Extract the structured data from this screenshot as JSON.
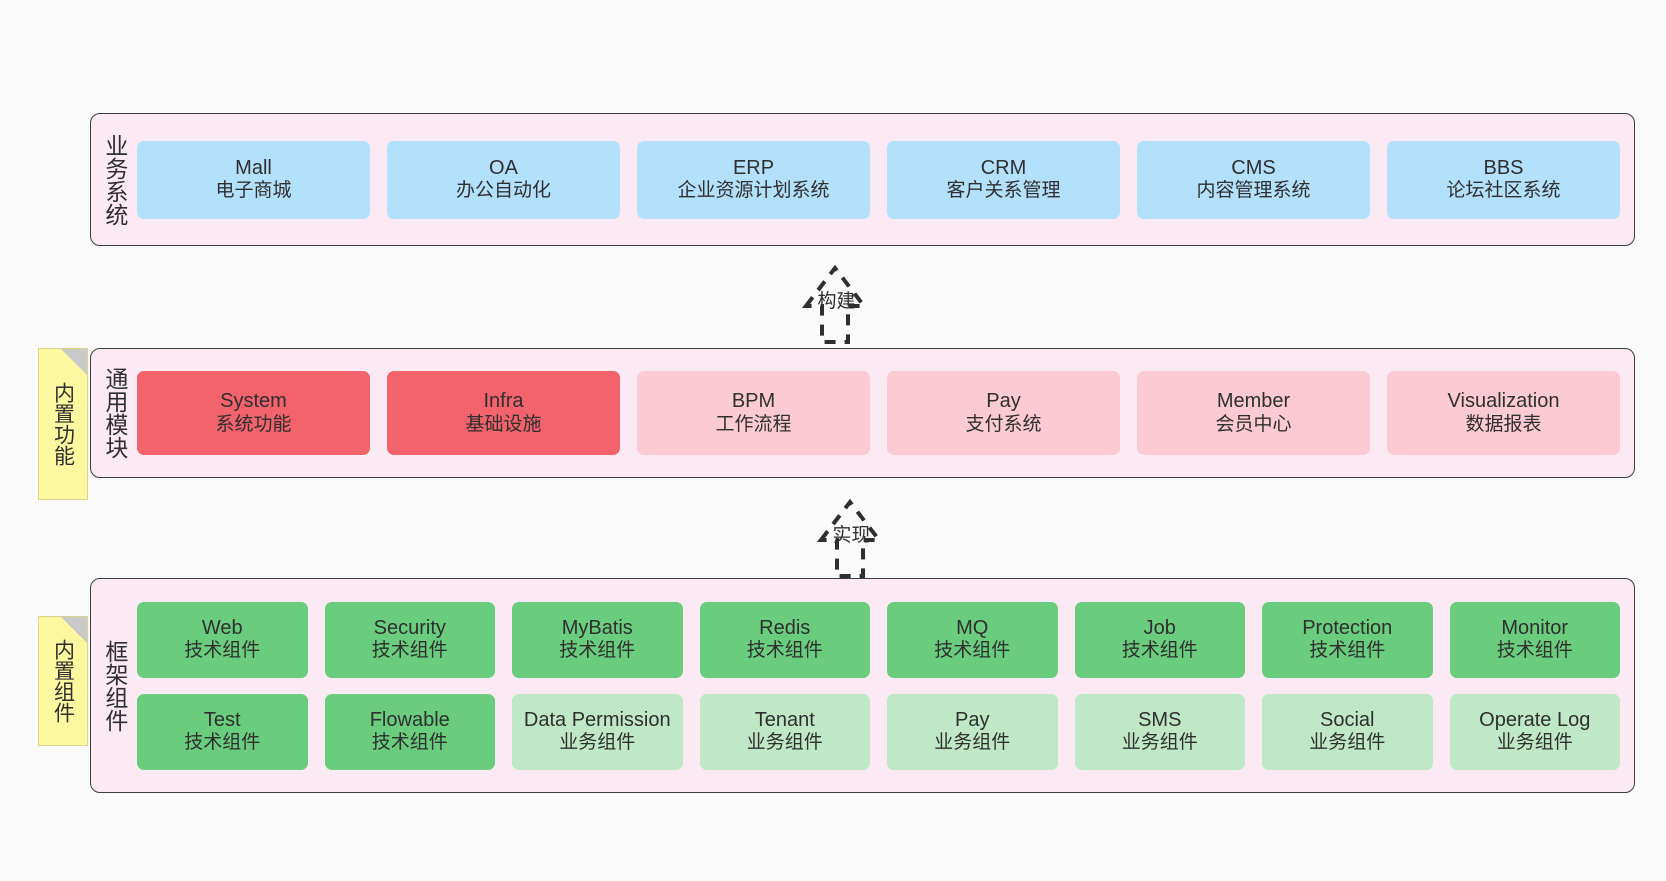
{
  "diagram": {
    "title_implicit": "",
    "colors": {
      "panel_bg": "#fbeaf4",
      "panel_border": "#3d3d3d",
      "business_card": "#b3e0fb",
      "module_core": "#f2636c",
      "module_optional": "#fbcad3",
      "tech_component": "#6acd7d",
      "biz_component": "#bfe8c7",
      "note_bg": "#fbf8a0",
      "note_fold": "#c9c9c9",
      "canvas_bg": "#fafafa"
    }
  },
  "layers": [
    {
      "id": "business-system",
      "title": "业务系统",
      "rows": [
        {
          "cards": [
            {
              "en": "Mall",
              "cn": "电子商城",
              "style": "c-blue"
            },
            {
              "en": "OA",
              "cn": "办公自动化",
              "style": "c-blue"
            },
            {
              "en": "ERP",
              "cn": "企业资源计划系统",
              "style": "c-blue"
            },
            {
              "en": "CRM",
              "cn": "客户关系管理",
              "style": "c-blue"
            },
            {
              "en": "CMS",
              "cn": "内容管理系统",
              "style": "c-blue"
            },
            {
              "en": "BBS",
              "cn": "论坛社区系统",
              "style": "c-blue"
            }
          ]
        }
      ]
    },
    {
      "id": "common-module",
      "title": "通用模块",
      "note": "内置功能",
      "rows": [
        {
          "cards": [
            {
              "en": "System",
              "cn": "系统功能",
              "style": "c-red"
            },
            {
              "en": "Infra",
              "cn": "基础设施",
              "style": "c-red"
            },
            {
              "en": "BPM",
              "cn": "工作流程",
              "style": "c-pink"
            },
            {
              "en": "Pay",
              "cn": "支付系统",
              "style": "c-pink"
            },
            {
              "en": "Member",
              "cn": "会员中心",
              "style": "c-pink"
            },
            {
              "en": "Visualization",
              "cn": "数据报表",
              "style": "c-pink"
            }
          ]
        }
      ]
    },
    {
      "id": "framework-component",
      "title": "框架组件",
      "note": "内置组件",
      "rows": [
        {
          "cards": [
            {
              "en": "Web",
              "cn": "技术组件",
              "style": "c-green"
            },
            {
              "en": "Security",
              "cn": "技术组件",
              "style": "c-green"
            },
            {
              "en": "MyBatis",
              "cn": "技术组件",
              "style": "c-green"
            },
            {
              "en": "Redis",
              "cn": "技术组件",
              "style": "c-green"
            },
            {
              "en": "MQ",
              "cn": "技术组件",
              "style": "c-green"
            },
            {
              "en": "Job",
              "cn": "技术组件",
              "style": "c-green"
            },
            {
              "en": "Protection",
              "cn": "技术组件",
              "style": "c-green"
            },
            {
              "en": "Monitor",
              "cn": "技术组件",
              "style": "c-green"
            }
          ]
        },
        {
          "cards": [
            {
              "en": "Test",
              "cn": "技术组件",
              "style": "c-green"
            },
            {
              "en": "Flowable",
              "cn": "技术组件",
              "style": "c-green"
            },
            {
              "en": "Data Permission",
              "cn": "业务组件",
              "style": "c-lightgreen"
            },
            {
              "en": "Tenant",
              "cn": "业务组件",
              "style": "c-lightgreen"
            },
            {
              "en": "Pay",
              "cn": "业务组件",
              "style": "c-lightgreen"
            },
            {
              "en": "SMS",
              "cn": "业务组件",
              "style": "c-lightgreen"
            },
            {
              "en": "Social",
              "cn": "业务组件",
              "style": "c-lightgreen"
            },
            {
              "en": "Operate Log",
              "cn": "业务组件",
              "style": "c-lightgreen"
            }
          ]
        }
      ]
    }
  ],
  "connectors": [
    {
      "id": "build",
      "label": "构建",
      "direction": "up"
    },
    {
      "id": "implement",
      "label": "实现",
      "direction": "up"
    }
  ]
}
